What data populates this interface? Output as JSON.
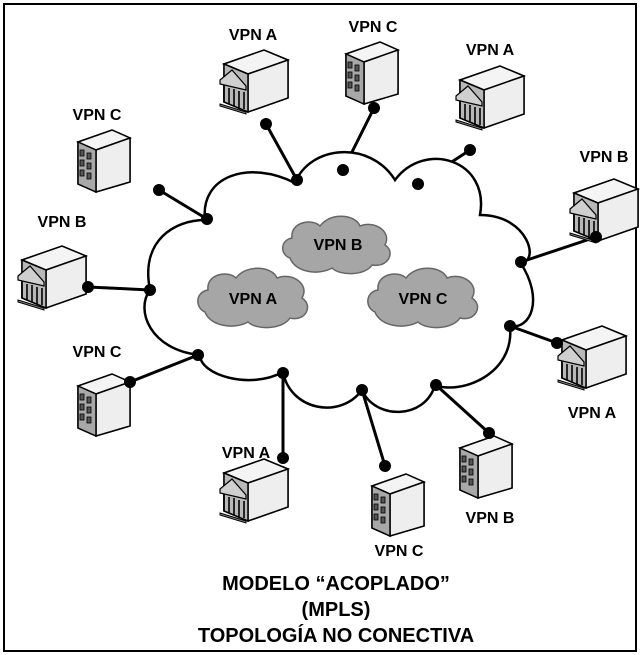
{
  "diagram": {
    "inner_clouds": [
      {
        "id": "b",
        "label": "VPN B"
      },
      {
        "id": "a",
        "label": "VPN A"
      },
      {
        "id": "c",
        "label": "VPN C"
      }
    ],
    "sites": [
      {
        "id": "s1",
        "label": "VPN A",
        "icon": "bank-building-icon"
      },
      {
        "id": "s2",
        "label": "VPN C",
        "icon": "office-building-icon"
      },
      {
        "id": "s3",
        "label": "VPN A",
        "icon": "bank-building-icon"
      },
      {
        "id": "s4",
        "label": "VPN C",
        "icon": "office-building-icon"
      },
      {
        "id": "s5",
        "label": "VPN B",
        "icon": "office-building-icon"
      },
      {
        "id": "s6",
        "label": "VPN B",
        "icon": "bank-building-icon"
      },
      {
        "id": "s7",
        "label": "VPN C",
        "icon": "office-building-icon"
      },
      {
        "id": "s8",
        "label": "VPN A",
        "icon": "bank-building-icon"
      },
      {
        "id": "s9",
        "label": "VPN A",
        "icon": "bank-building-icon"
      },
      {
        "id": "s10",
        "label": "VPN C",
        "icon": "office-building-icon"
      },
      {
        "id": "s11",
        "label": "VPN B",
        "icon": "bank-building-icon"
      }
    ],
    "caption": {
      "line1": "MODELO “ACOPLADO”",
      "line2": "(MPLS)",
      "line3": "TOPOLOGÍA NO CONECTIVA"
    },
    "colors": {
      "cloud_fill": "#ffffff",
      "inner_cloud_fill": "#a6a6a6",
      "line": "#000000",
      "building_light": "#f2f2f2",
      "building_mid": "#d4d4d4",
      "building_dark": "#9a9a9a"
    }
  }
}
